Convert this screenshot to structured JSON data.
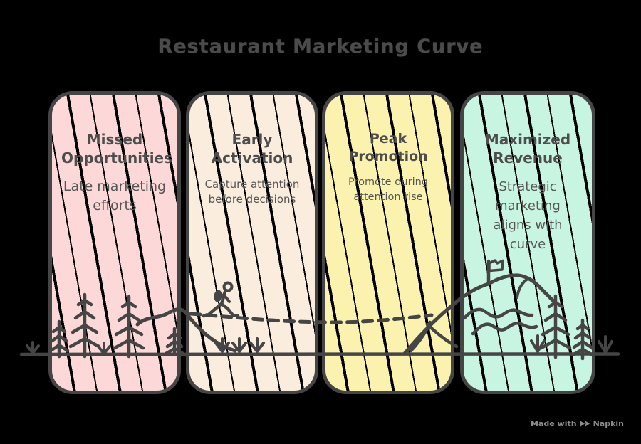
{
  "title": "Restaurant Marketing Curve",
  "panels": [
    {
      "title": "Missed Opportunities",
      "subtitle": "Late marketing efforts",
      "fill": "#fcd8d8"
    },
    {
      "title": "Early Activation",
      "subtitle": "Capture attention before decisions",
      "fill": "#fbeddd"
    },
    {
      "title": "Peak Promotion",
      "subtitle": "Promote during attention rise",
      "fill": "#faf2ae"
    },
    {
      "title": "Maximized Revenue",
      "subtitle": "Strategic marketing aligns with curve",
      "fill": "#c8f5e2"
    }
  ],
  "footer": {
    "made_with": "Made with",
    "brand": "Napkin"
  },
  "colors": {
    "background": "#000000",
    "stroke": "#454545",
    "title_text": "#4b4b4b",
    "heading_text": "#4d4d4d",
    "body_text": "#565656",
    "footer_text": "#8c8c8c"
  },
  "illustration": {
    "icons": [
      "pine-tree-icon",
      "grass-sprout-icon",
      "hiker-icon",
      "hill-curve",
      "dashed-attention-curve",
      "mountain-icon",
      "flag-icon",
      "ground-line"
    ]
  }
}
